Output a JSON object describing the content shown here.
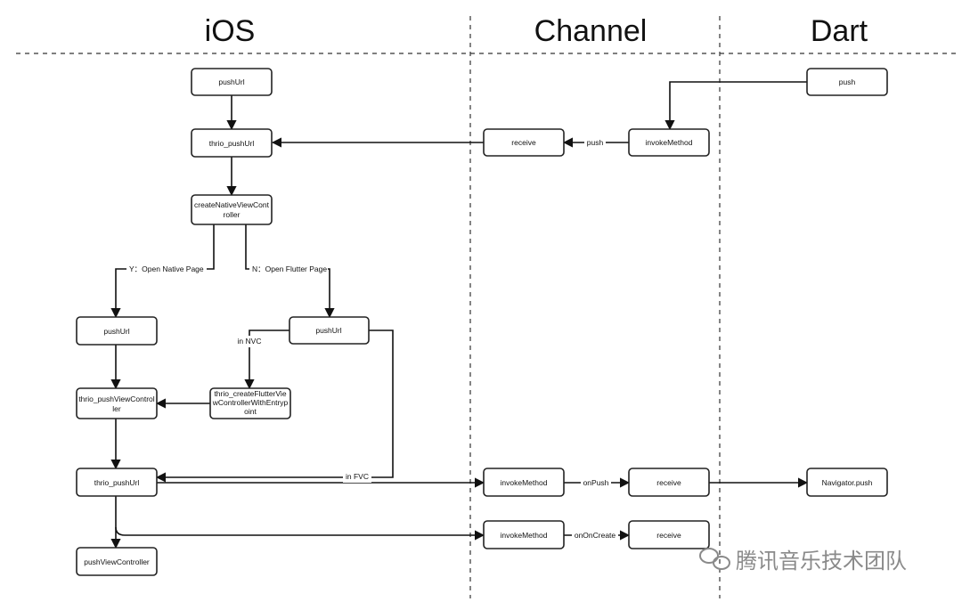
{
  "lanes": {
    "ios": "iOS",
    "channel": "Channel",
    "dart": "Dart"
  },
  "nodes": {
    "push_dart": "push",
    "invoke_method_top": "invokeMethod",
    "receive_top": "receive",
    "push_url_top": "pushUrl",
    "thrio_push_url_top": "thrio_pushUrl",
    "create_native_vc": [
      "createNativeViewCont",
      "roller"
    ],
    "push_url_native": "pushUrl",
    "push_url_flutter": "pushUrl",
    "thrio_push_vc": [
      "thrio_pushViewControl",
      "ler"
    ],
    "thrio_create_flutter_vc": [
      "thrio_createFlutterVie",
      "wControllerWithEntryp",
      "oint"
    ],
    "thrio_push_url_bottom": "thrio_pushUrl",
    "push_view_controller": "pushViewController",
    "invoke_method_on_push": "invokeMethod",
    "receive_on_push": "receive",
    "navigator_push": "Navigator.push",
    "invoke_method_on_create": "invokeMethod",
    "receive_on_create": "receive"
  },
  "edge_labels": {
    "push": "push",
    "yes_native": "Y：Open Native Page",
    "no_flutter": "N：Open Flutter Page",
    "in_nvc": "in NVC",
    "in_fvc": "in FVC",
    "on_push": "onPush",
    "on_on_create": "onOnCreate"
  },
  "watermark": "腾讯音乐技术团队"
}
